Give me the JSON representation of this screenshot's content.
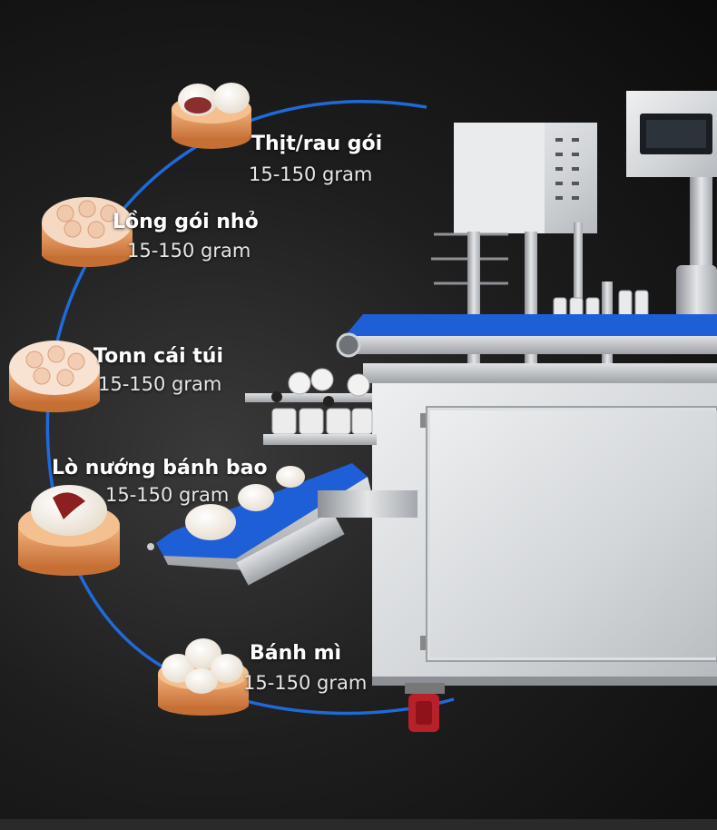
{
  "items": [
    {
      "name": "Thịt/rau gói",
      "weight": "15-150 gram",
      "icon": "meat-bun-steamer-icon"
    },
    {
      "name": "Lồng gói nhỏ",
      "weight": "15-150 gram",
      "icon": "dumpling-steamer-icon"
    },
    {
      "name": "Tonn cái túi",
      "weight": "15-150 gram",
      "icon": "pouch-dumpling-steamer-icon"
    },
    {
      "name": "Lò nướng bánh bao",
      "weight": "15-150 gram",
      "icon": "filled-bun-steamer-icon"
    },
    {
      "name": "Bánh mì",
      "weight": "15-150 gram",
      "icon": "plain-bun-steamer-icon"
    }
  ],
  "colors": {
    "arc": "#1f6fe6",
    "belt": "#1e5fd8",
    "steamer": "#e3955a",
    "steel": "#c9ccd0",
    "wheel": "#b8202a"
  }
}
